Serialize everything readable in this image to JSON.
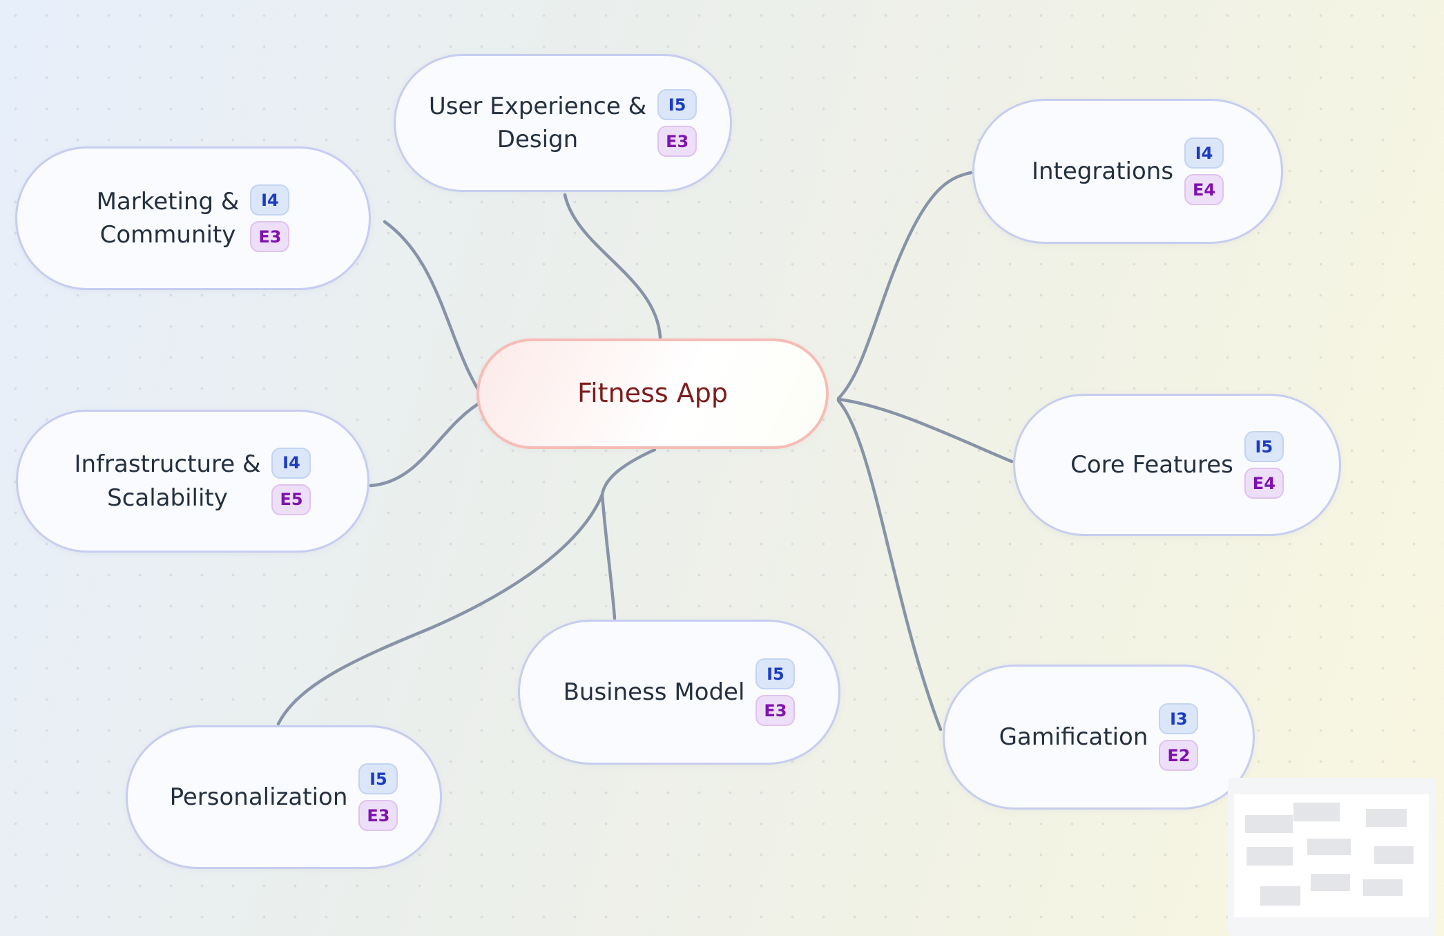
{
  "root_node": {
    "label": "Fitness App",
    "text_color": "#7b1d1d",
    "border_color": "#f7bcb6"
  },
  "branch_nodes": [
    {
      "id": "user-experience-design",
      "line1": "User Experience &",
      "line2": "Design",
      "impact": "I5",
      "effort": "E3"
    },
    {
      "id": "marketing-community",
      "line1": "Marketing &",
      "line2": "Community",
      "impact": "I4",
      "effort": "E3"
    },
    {
      "id": "infrastructure-scalability",
      "line1": "Infrastructure &",
      "line2": "Scalability",
      "impact": "I4",
      "effort": "E5"
    },
    {
      "id": "personalization",
      "line1": "Personalization",
      "impact": "I5",
      "effort": "E3"
    },
    {
      "id": "business-model",
      "line1": "Business Model",
      "impact": "I5",
      "effort": "E3"
    },
    {
      "id": "integrations",
      "line1": "Integrations",
      "impact": "I4",
      "effort": "E4"
    },
    {
      "id": "core-features",
      "line1": "Core Features",
      "impact": "I5",
      "effort": "E4"
    },
    {
      "id": "gamification",
      "line1": "Gamification",
      "impact": "I3",
      "effort": "E2"
    }
  ],
  "colors": {
    "edge": "#8793a7",
    "branch_border": "#c6cdf0",
    "branch_fill": "#fafbfe",
    "label_text": "#233040",
    "impact_badge_bg": "#dbe6f8",
    "impact_badge_text": "#1c3cc2",
    "effort_badge_bg": "#eedff8",
    "effort_badge_text": "#7e12ae",
    "background_top_left": "#e7effb",
    "background_middle": "#edf0ea",
    "background_right": "#f9f7e0"
  },
  "minimap": {
    "node_count": 9
  }
}
